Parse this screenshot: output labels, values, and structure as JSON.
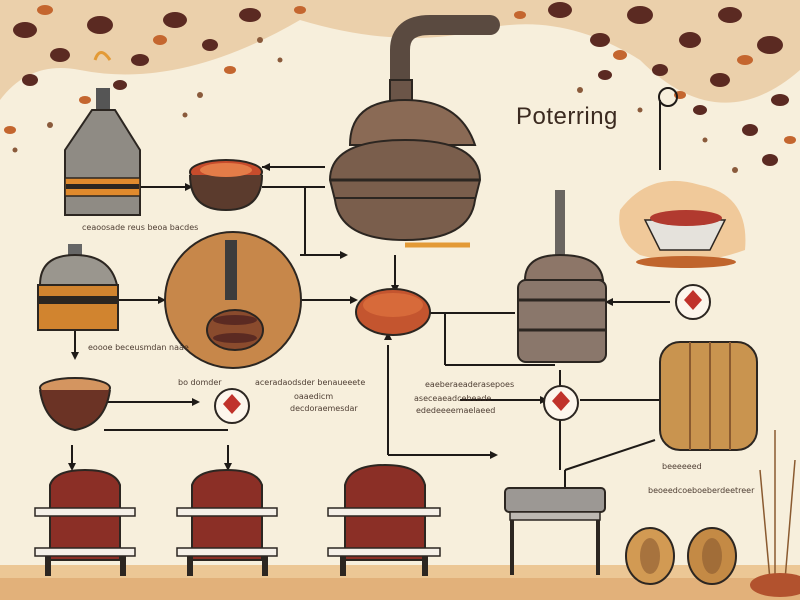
{
  "diagram": {
    "title": "Poterring",
    "captions": [
      "ceaoosade reus beoa bacdes",
      "eoooe beceusmdan naae",
      "bo domder",
      "aceradaodsder benaueeete",
      "oaaedicm",
      "decdoraemesdar",
      "eaeberaeaderasepoes",
      "aseceaeadcebeade",
      "ededeeeemaelaeed",
      "beeeeeed",
      "beoeedcoeboeberdeetreer"
    ]
  },
  "colors": {
    "background": "#f7efdc",
    "copper": "#8a6a55",
    "brick_red": "#8b2f26",
    "steel": "#8f8b84",
    "accent_orange": "#e39a36",
    "ink": "#1e1a17",
    "wood": "#c9944f"
  },
  "icons": [
    "alembic-still-icon",
    "funnel-still-icon",
    "bowl-icon",
    "barrel-icon",
    "furnace-icon",
    "kettle-icon",
    "rack-icon",
    "tag-icon"
  ]
}
